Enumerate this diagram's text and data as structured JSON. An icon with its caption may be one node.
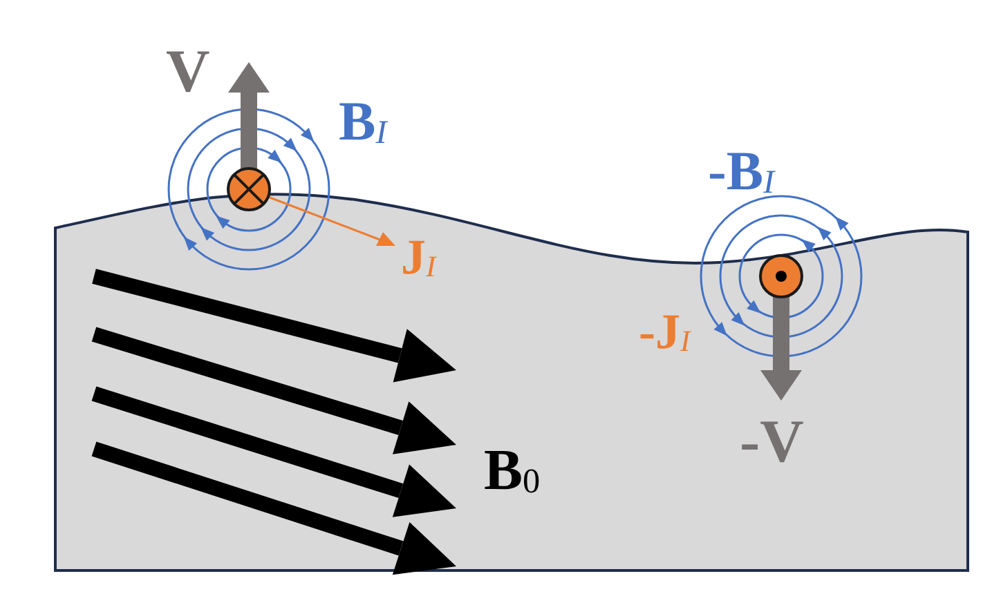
{
  "diagram": {
    "labels": [
      "V",
      "B$_{I}$",
      "J$_{I}$",
      "-B$_{I}$",
      "-J$_{I}$",
      "-V",
      "B$_{0}$"
    ]
  }
}
